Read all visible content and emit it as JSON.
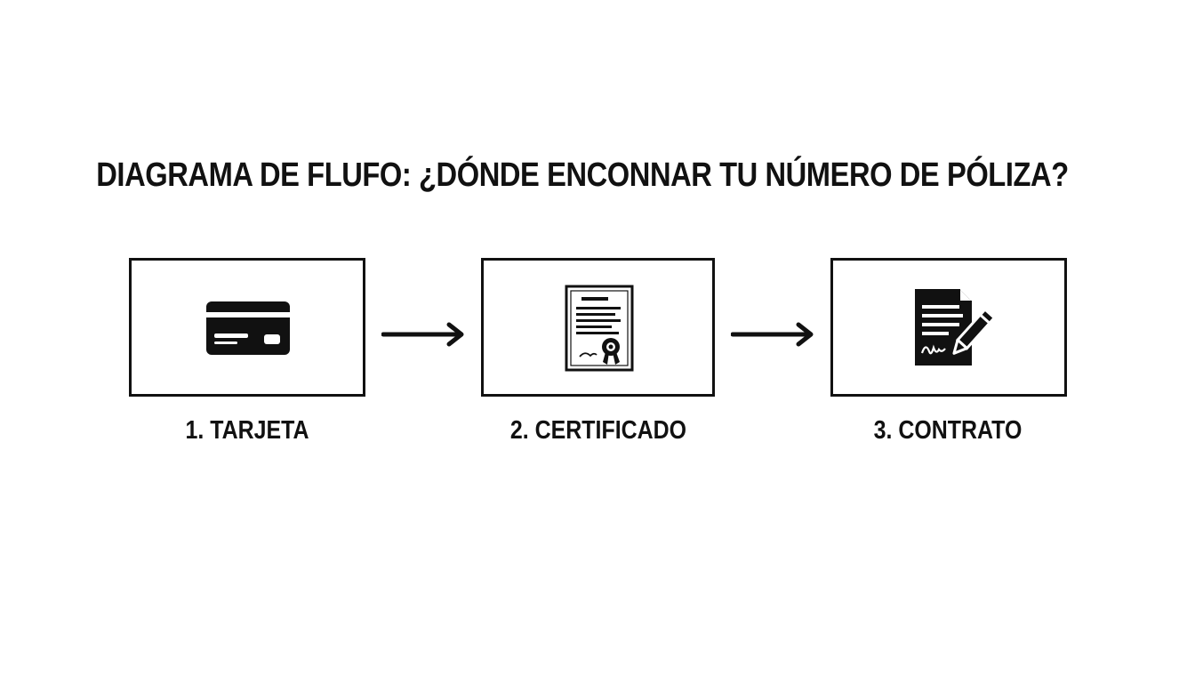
{
  "diagram": {
    "title": "DIAGRAMA DE FLUFO: ¿DÓNDE ENCONNAR TU NÚMERO DE PÓLIZA?",
    "steps": [
      {
        "label": "1. TARJETA",
        "icon": "credit-card-icon"
      },
      {
        "label": "2. CERTIFICADO",
        "icon": "certificate-icon"
      },
      {
        "label": "3. CONTRATO",
        "icon": "signed-contract-icon"
      }
    ],
    "connectors": [
      "arrow-right",
      "arrow-right"
    ]
  }
}
